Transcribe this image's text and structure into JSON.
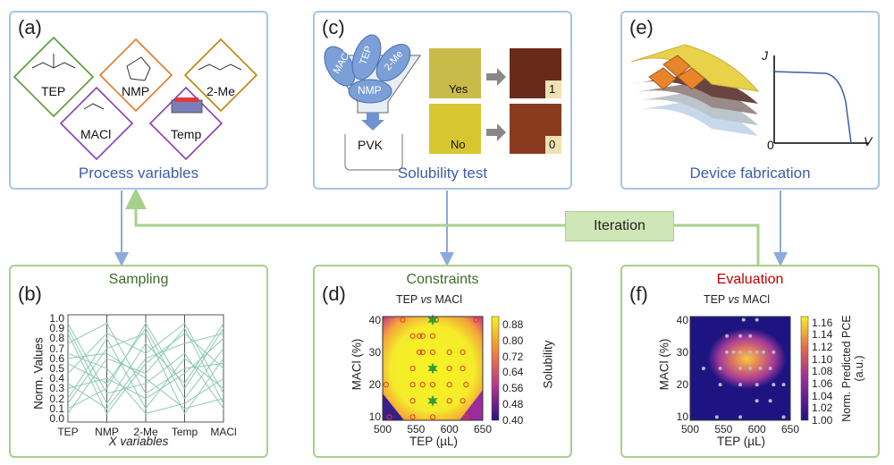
{
  "panels": {
    "a": {
      "label": "(a)",
      "title": "Process variables",
      "items": [
        "TEP",
        "NMP",
        "2-Me",
        "MACl",
        "Temp"
      ]
    },
    "b": {
      "label": "(b)",
      "title": "Sampling"
    },
    "c": {
      "label": "(c)",
      "title": "Solubility test",
      "funnel_items": [
        "MACl",
        "TEP",
        "2-Me",
        "NMP"
      ],
      "beaker": "PVK",
      "yes": "Yes",
      "no": "No",
      "yes_val": "1",
      "no_val": "0"
    },
    "d": {
      "label": "(d)",
      "title": "Constraints",
      "subtitle_a": "TEP ",
      "subtitle_vs": "vs",
      "subtitle_b": " MACl",
      "colorbar_label": "Solubility"
    },
    "e": {
      "label": "(e)",
      "title": "Device fabrication",
      "j_label": "J",
      "v_label": "V",
      "zero": "0"
    },
    "f": {
      "label": "(f)",
      "title": "Evaluation",
      "subtitle_a": "TEP ",
      "subtitle_vs": "vs",
      "subtitle_b": " MACl",
      "colorbar_label": "Norm. Predicted PCE (a.u.)"
    }
  },
  "iteration_label": "Iteration",
  "chart_data": [
    {
      "type": "line",
      "panel": "b",
      "ylabel": "Norm. Values",
      "xlabel": "X variables",
      "categories": [
        "TEP",
        "NMP",
        "2-Me",
        "Temp",
        "MACl"
      ],
      "yticks": [
        "0.0",
        "0.1",
        "0.2",
        "0.3",
        "0.4",
        "0.5",
        "0.6",
        "0.7",
        "0.8",
        "0.9",
        "1.0"
      ],
      "ylim": [
        0,
        1
      ],
      "series": [
        {
          "values": [
            0.9,
            0.15,
            0.75,
            0.35,
            0.95
          ]
        },
        {
          "values": [
            0.2,
            0.8,
            0.1,
            0.6,
            0.3
          ]
        },
        {
          "values": [
            0.55,
            0.35,
            0.9,
            0.2,
            0.7
          ]
        },
        {
          "values": [
            0.05,
            0.6,
            0.45,
            0.9,
            0.15
          ]
        },
        {
          "values": [
            0.75,
            0.95,
            0.25,
            0.5,
            0.55
          ]
        },
        {
          "values": [
            0.35,
            0.1,
            0.6,
            0.75,
            0.85
          ]
        },
        {
          "values": [
            0.65,
            0.5,
            0.05,
            0.15,
            0.4
          ]
        },
        {
          "values": [
            0.15,
            0.7,
            0.85,
            0.05,
            0.6
          ]
        },
        {
          "values": [
            0.95,
            0.25,
            0.35,
            0.65,
            0.1
          ]
        },
        {
          "values": [
            0.45,
            0.85,
            0.65,
            0.95,
            0.25
          ]
        },
        {
          "values": [
            0.3,
            0.4,
            0.2,
            0.45,
            0.8
          ]
        },
        {
          "values": [
            0.85,
            0.05,
            0.55,
            0.85,
            0.5
          ]
        },
        {
          "values": [
            0.1,
            0.3,
            0.95,
            0.3,
            0.9
          ]
        },
        {
          "values": [
            0.6,
            0.65,
            0.4,
            0.1,
            0.2
          ]
        }
      ]
    },
    {
      "type": "heatmap",
      "panel": "d",
      "xlabel": "TEP (µL)",
      "ylabel": "MACl (%)",
      "xticks": [
        "500",
        "550",
        "600",
        "650"
      ],
      "yticks": [
        "10",
        "20",
        "30",
        "40"
      ],
      "xlim": [
        500,
        650
      ],
      "ylim": [
        9,
        41
      ],
      "colorbar_ticks": [
        "0.88",
        "0.80",
        "0.72",
        "0.64",
        "0.56",
        "0.48",
        "0.40"
      ],
      "colorbar_range": [
        0.4,
        0.92
      ],
      "points_circle": [
        [
          545,
          35
        ],
        [
          555,
          35
        ],
        [
          560,
          35
        ],
        [
          575,
          35
        ],
        [
          555,
          30
        ],
        [
          560,
          30
        ],
        [
          575,
          30
        ],
        [
          600,
          30
        ],
        [
          620,
          30
        ],
        [
          545,
          25
        ],
        [
          575,
          25
        ],
        [
          600,
          25
        ],
        [
          620,
          25
        ],
        [
          625,
          20
        ],
        [
          545,
          20
        ],
        [
          560,
          20
        ],
        [
          575,
          20
        ],
        [
          600,
          20
        ],
        [
          545,
          15
        ],
        [
          575,
          15
        ],
        [
          600,
          15
        ],
        [
          620,
          15
        ],
        [
          545,
          10
        ],
        [
          575,
          10
        ],
        [
          625,
          10
        ],
        [
          505,
          20
        ],
        [
          510,
          10
        ],
        [
          530,
          40
        ],
        [
          580,
          40
        ],
        [
          640,
          40
        ]
      ],
      "points_star": [
        [
          575,
          40
        ],
        [
          575,
          25
        ],
        [
          575,
          15
        ]
      ]
    },
    {
      "type": "heatmap",
      "panel": "f",
      "xlabel": "TEP (µL)",
      "ylabel": "MACl (%)",
      "xticks": [
        "500",
        "550",
        "600",
        "650"
      ],
      "yticks": [
        "10",
        "20",
        "30",
        "40"
      ],
      "xlim": [
        500,
        650
      ],
      "ylim": [
        9,
        41
      ],
      "colorbar_ticks": [
        "1.16",
        "1.14",
        "1.12",
        "1.10",
        "1.08",
        "1.06",
        "1.04",
        "1.02",
        "1.00"
      ],
      "colorbar_range": [
        1.0,
        1.17
      ],
      "points": [
        [
          555,
          35
        ],
        [
          575,
          35
        ],
        [
          590,
          35
        ],
        [
          555,
          30
        ],
        [
          565,
          30
        ],
        [
          575,
          30
        ],
        [
          590,
          30
        ],
        [
          600,
          30
        ],
        [
          610,
          30
        ],
        [
          625,
          30
        ],
        [
          545,
          25
        ],
        [
          575,
          25
        ],
        [
          590,
          25
        ],
        [
          605,
          25
        ],
        [
          620,
          25
        ],
        [
          520,
          25
        ],
        [
          600,
          20
        ],
        [
          625,
          20
        ],
        [
          575,
          20
        ],
        [
          545,
          20
        ],
        [
          640,
          20
        ],
        [
          600,
          15
        ],
        [
          620,
          15
        ],
        [
          540,
          10
        ],
        [
          575,
          10
        ],
        [
          640,
          10
        ],
        [
          580,
          40
        ],
        [
          600,
          40
        ]
      ]
    }
  ]
}
